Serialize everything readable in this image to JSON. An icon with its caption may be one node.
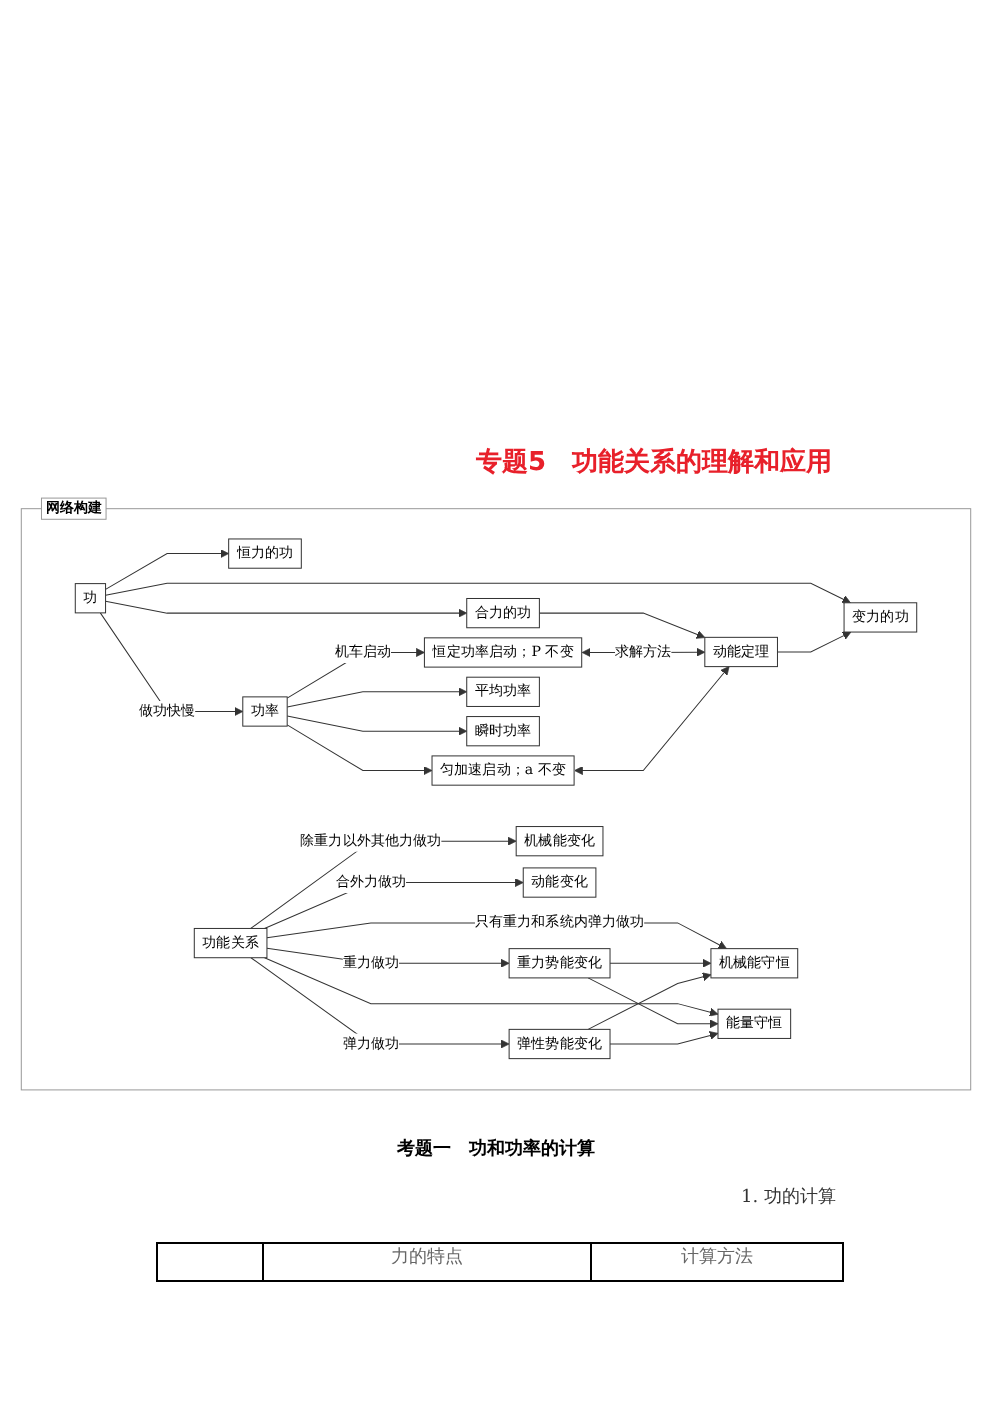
{
  "diagram": {
    "title": "专题5　功能关系的理解和应用",
    "nodes": [
      {
        "text": [
          "网络构建"
        ]
      },
      {
        "text": [
          "恒力的功"
        ],
        "in": 0
      },
      {
        "text": [
          "功"
        ],
        "in": 0
      },
      {
        "text": [
          "合力的功"
        ],
        "in": 0
      },
      {
        "text": [
          "动能定理"
        ],
        "in": 0
      },
      {
        "text": [
          "变力的功"
        ],
        "in": 0
      },
      {
        "text": [
          "功率"
        ],
        "in": 0
      },
      {
        "text": [
          "恒定功率启动；P 不变"
        ],
        "in": 0
      },
      {
        "text": [
          "匀加速启动；a 不变"
        ],
        "in": 0
      },
      {
        "text": [
          "平均功率"
        ],
        "in": 0
      },
      {
        "text": [
          "瞬时功率"
        ],
        "in": 0
      },
      {
        "text": [
          "机械能变化"
        ],
        "in": 0
      },
      {
        "text": [
          "动能变化"
        ],
        "in": 0
      },
      {
        "text": [
          "机械能守恒"
        ],
        "in": 0
      },
      {
        "text": [
          "功能关系"
        ],
        "in": 0
      },
      {
        "text": [
          "能量守恒"
        ],
        "in": 0
      },
      {
        "text": [
          "重力势能变化"
        ],
        "in": 0
      },
      {
        "text": [
          "弹性势能变化"
        ],
        "in": 0
      }
    ],
    "edges": [
      {
        "from": 2,
        "to": 1,
        "arrow": "to"
      },
      {
        "from": 2,
        "to": 3,
        "arrow": "to"
      },
      {
        "from": 2,
        "to": 5,
        "arrow": "to"
      },
      {
        "from": 3,
        "to": 4,
        "arrow": "to"
      },
      {
        "from": 4,
        "to": 5,
        "arrow": "to"
      },
      {
        "from": 2,
        "to": 6,
        "arrow": "to",
        "label": "做功快慢"
      },
      {
        "from": 6,
        "to": 7,
        "arrow": "to",
        "label": "机车启动"
      },
      {
        "from": 6,
        "to": 8,
        "arrow": "to"
      },
      {
        "from": 6,
        "to": 9,
        "arrow": "to"
      },
      {
        "from": 6,
        "to": 10,
        "arrow": "to"
      },
      {
        "from": 7,
        "to": 4,
        "arrow": "both",
        "label": "求解方法"
      },
      {
        "from": 8,
        "to": 4,
        "arrow": "both"
      },
      {
        "from": 14,
        "to": 11,
        "arrow": "to",
        "label": "除重力以外其他力做功"
      },
      {
        "from": 14,
        "to": 12,
        "arrow": "to",
        "label": "合外力做功"
      },
      {
        "from": 14,
        "to": 13,
        "arrow": "to",
        "label": "只有重力和系统内弹力做功"
      },
      {
        "from": 14,
        "to": 15,
        "arrow": "to"
      },
      {
        "from": 14,
        "to": 16,
        "arrow": "to",
        "label": "重力做功"
      },
      {
        "from": 14,
        "to": 17,
        "arrow": "to",
        "label": "弹力做功"
      },
      {
        "from": 16,
        "to": 13,
        "arrow": "to"
      },
      {
        "from": 16,
        "to": 15,
        "arrow": "to"
      },
      {
        "from": 17,
        "to": 13,
        "arrow": "to"
      },
      {
        "from": 17,
        "to": 15,
        "arrow": "to"
      }
    ],
    "labels": [
      "考题一　功和功率的计算",
      "1. 功的计算",
      "力的特点",
      "计算方法"
    ]
  }
}
